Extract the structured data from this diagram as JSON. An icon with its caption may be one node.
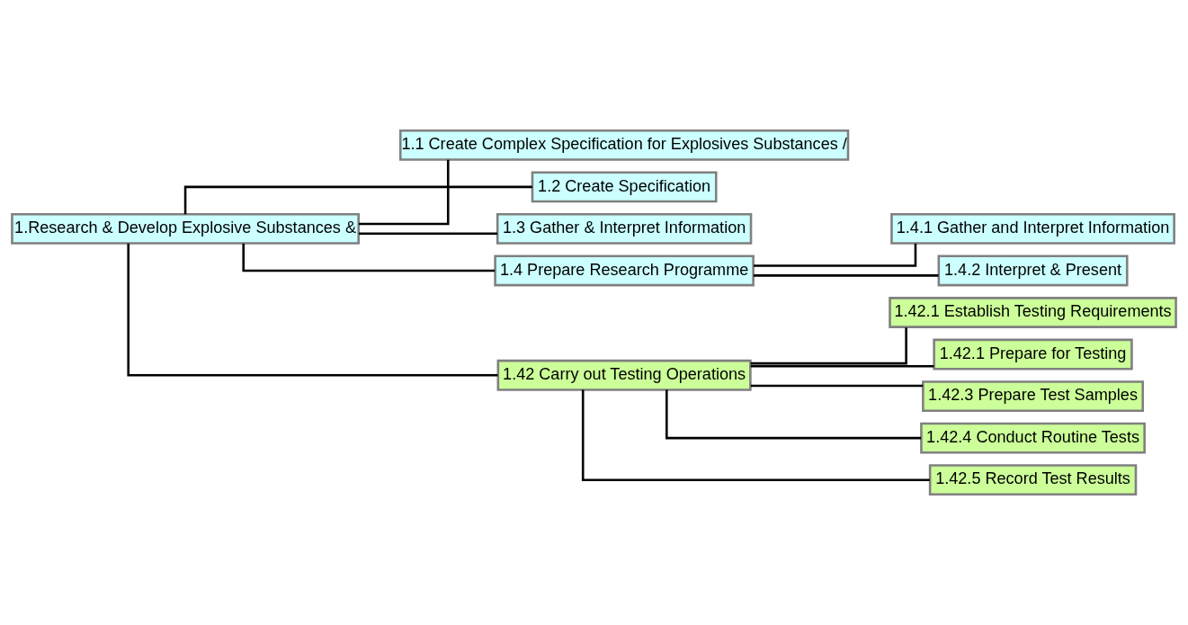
{
  "diagram": {
    "nodes": [
      {
        "text": [
          "1.Research & Develop Explosive Substances &"
        ]
      },
      {
        "text": [
          "1.1 Create Complex Specification for Explosives Substances /"
        ]
      },
      {
        "text": [
          "1.2 Create Specification"
        ]
      },
      {
        "text": [
          "1.3 Gather & Interpret Information"
        ]
      },
      {
        "text": [
          "1.4 Prepare Research Programme"
        ]
      },
      {
        "text": [
          "1.4.1 Gather and Interpret Information"
        ]
      },
      {
        "text": [
          "1.4.2 Interpret & Present"
        ]
      },
      {
        "text": [
          "1.42 Carry out Testing Operations"
        ]
      },
      {
        "text": [
          "1.42.1 Establish Testing Requirements"
        ]
      },
      {
        "text": [
          "1.42.1 Prepare for Testing"
        ]
      },
      {
        "text": [
          "1.42.3 Prepare Test Samples"
        ]
      },
      {
        "text": [
          "1.42.4 Conduct Routine Tests"
        ]
      },
      {
        "text": [
          "1.42.5 Record Test Results"
        ]
      }
    ],
    "edges": [
      {
        "from": 0,
        "to": 1,
        "arrow": "none"
      },
      {
        "from": 0,
        "to": 2,
        "arrow": "none"
      },
      {
        "from": 0,
        "to": 3,
        "arrow": "none"
      },
      {
        "from": 0,
        "to": 4,
        "arrow": "none"
      },
      {
        "from": 4,
        "to": 5,
        "arrow": "none"
      },
      {
        "from": 4,
        "to": 6,
        "arrow": "none"
      },
      {
        "from": 0,
        "to": 7,
        "arrow": "none"
      },
      {
        "from": 7,
        "to": 8,
        "arrow": "none"
      },
      {
        "from": 7,
        "to": 9,
        "arrow": "none"
      },
      {
        "from": 7,
        "to": 10,
        "arrow": "none"
      },
      {
        "from": 7,
        "to": 11,
        "arrow": "none"
      },
      {
        "from": 7,
        "to": 12,
        "arrow": "none"
      }
    ]
  }
}
